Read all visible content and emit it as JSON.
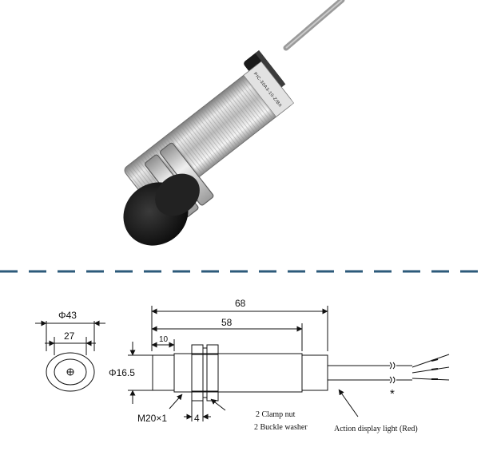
{
  "sensor_photo": {
    "body_marking": "PIC-30A3-10-Z/BX"
  },
  "drawing": {
    "front_view": {
      "outer_diameter": "Φ43",
      "inner_width": "27"
    },
    "side_view": {
      "overall_length": "68",
      "body_length": "58",
      "head_length": "10",
      "body_diameter": "Φ16.5",
      "thread": "M20×1",
      "nut_width": "4",
      "cable_marker": "*"
    },
    "notes": {
      "clamp_nut": "2 Clamp nut",
      "buckle_washer": "2 Buckle washer",
      "action_light": "Action display light (Red)"
    }
  },
  "colors": {
    "divider": "#2c5a7a",
    "sensor_face": "#1c1c1c",
    "metal": "#c8c8c8",
    "cable": "#9a9a9a"
  }
}
